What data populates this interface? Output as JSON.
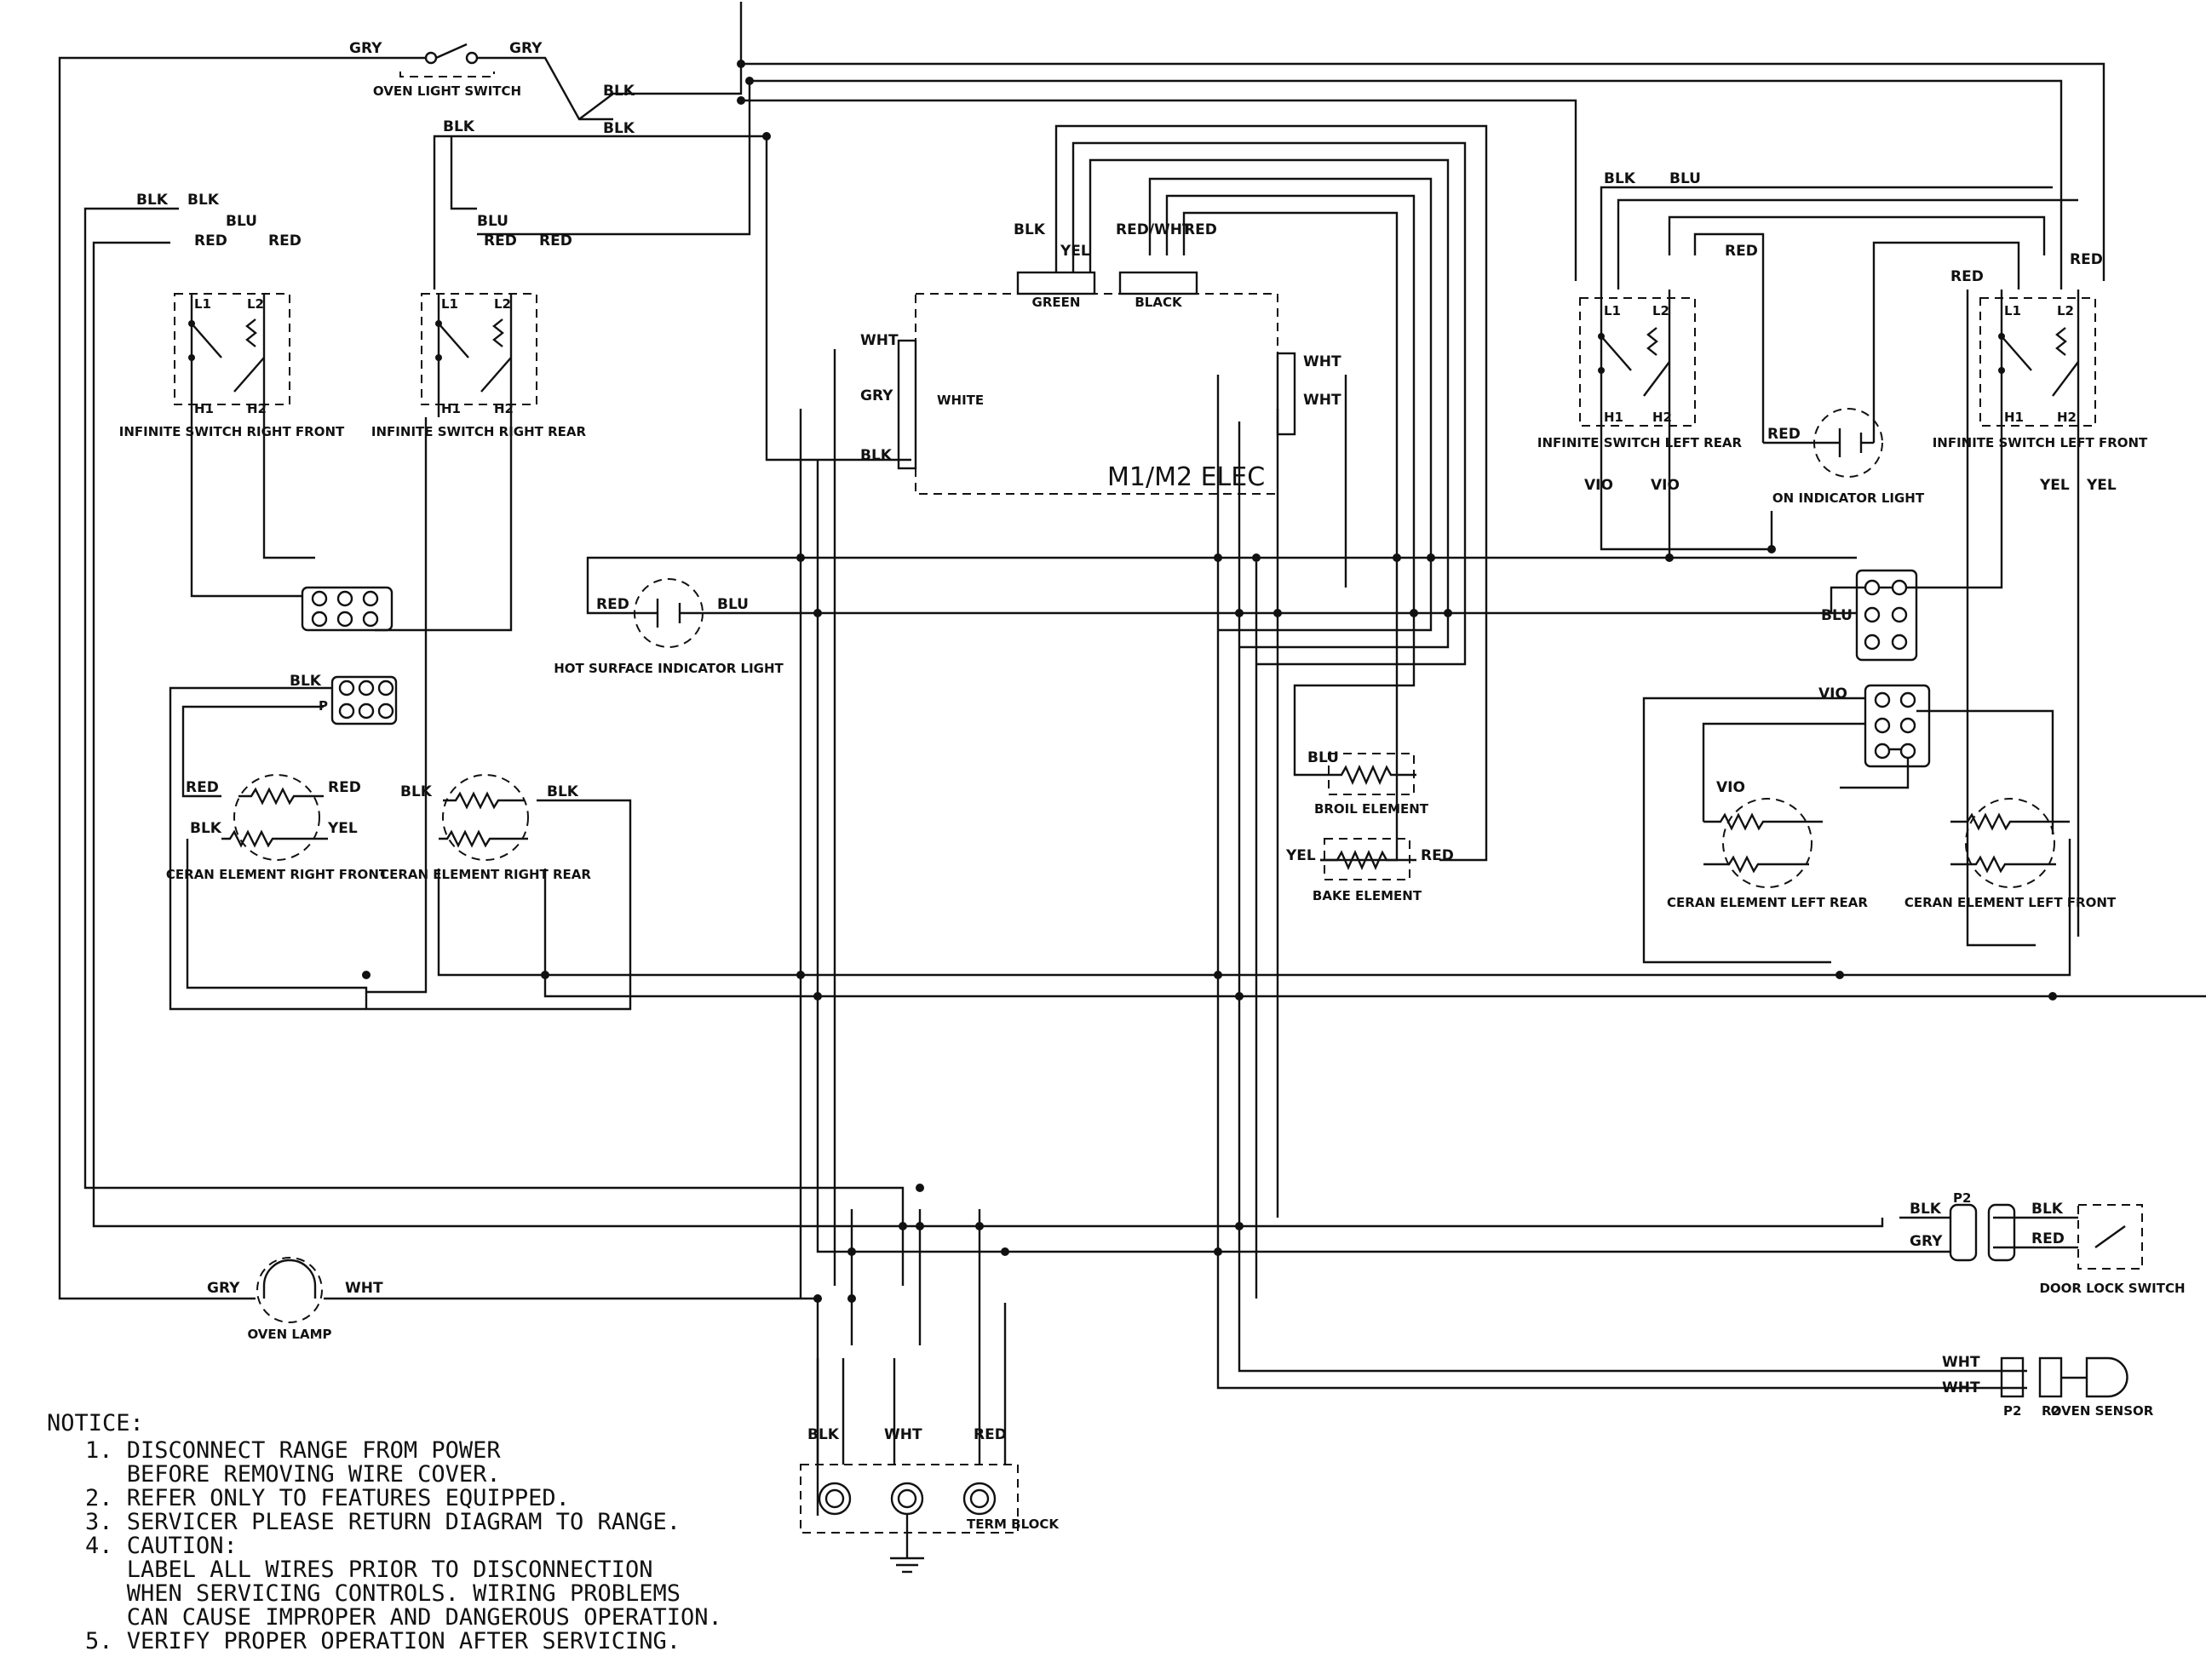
{
  "wire_colors": {
    "gry": "GRY",
    "blk": "BLK",
    "blu": "BLU",
    "red": "RED",
    "wht": "WHT",
    "yel": "YEL",
    "vio": "VIO",
    "redwht": "RED/WHT"
  },
  "components": {
    "oven_light_switch": "OVEN LIGHT SWITCH",
    "inf_sw_right_front": "INFINITE SWITCH RIGHT FRONT",
    "inf_sw_right_rear": "INFINITE SWITCH RIGHT REAR",
    "inf_sw_left_rear": "INFINITE SWITCH LEFT REAR",
    "inf_sw_left_front": "INFINITE SWITCH LEFT FRONT",
    "hot_surface_light": "HOT SURFACE INDICATOR LIGHT",
    "on_indicator_light": "ON INDICATOR LIGHT",
    "ceran_right_front": "CERAN ELEMENT RIGHT FRONT",
    "ceran_right_rear": "CERAN ELEMENT RIGHT REAR",
    "ceran_left_rear": "CERAN ELEMENT LEFT REAR",
    "ceran_left_front": "CERAN ELEMENT LEFT FRONT",
    "broil_element": "BROIL ELEMENT",
    "bake_element": "BAKE ELEMENT",
    "control": "M1/M2 ELEC",
    "oven_lamp": "OVEN LAMP",
    "door_lock_switch": "DOOR LOCK SWITCH",
    "oven_sensor": "OVEN SENSOR",
    "term_block": "TERM BLOCK"
  },
  "connector_labels": {
    "green": "GREEN",
    "black": "BLACK",
    "white": "WHITE",
    "p2": "P2",
    "r2": "R2",
    "l1": "L1",
    "l2": "L2",
    "h1": "H1",
    "h2": "H2",
    "p": "P"
  },
  "notice": {
    "heading": "NOTICE:",
    "lines": [
      "1. DISCONNECT RANGE FROM POWER",
      "   BEFORE REMOVING WIRE COVER.",
      "2. REFER ONLY TO FEATURES EQUIPPED.",
      "3. SERVICER PLEASE RETURN DIAGRAM TO RANGE.",
      "4. CAUTION:",
      "   LABEL ALL WIRES PRIOR TO DISCONNECTION",
      "   WHEN SERVICING CONTROLS. WIRING PROBLEMS",
      "   CAN CAUSE IMPROPER AND DANGEROUS OPERATION.",
      "5. VERIFY PROPER OPERATION AFTER SERVICING."
    ]
  }
}
